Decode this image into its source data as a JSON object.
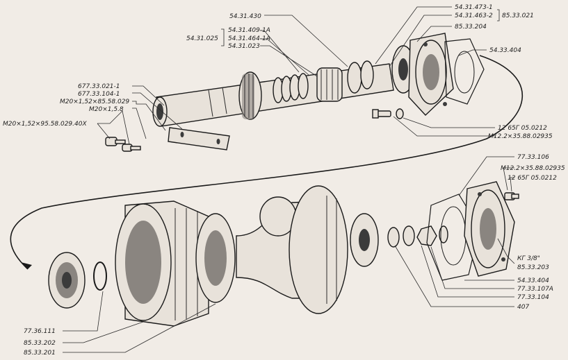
{
  "labels": {
    "l01": "54.31.430",
    "l02": "54.31.473-1",
    "l03": "54.31.463-2",
    "l04": "85.33.021",
    "l05": "85.33.204",
    "l06": "54.31.409-1А",
    "l07": "54.31.464-1А",
    "l08": "54.31.023",
    "l09": "54.31.025",
    "l10": "54.33.404",
    "l11": "677.33.021-1",
    "l12": "677.33.104-1",
    "l13": "М20×1,52×85.58.029",
    "l14": "М20×1,5.8",
    "l15": "М20×1,52×95.58.029.40Х",
    "l16": "12 65Г 05.0212",
    "l17": "М12.2×35.88.02935",
    "l18": "77.33.106",
    "l19": "М12.2×35.88.02935",
    "l20": "12 65Г 05.0212",
    "l21": "КГ 3/8\"",
    "l22": "85.33.203",
    "l23": "54.33.404",
    "l24": "77.33.107А",
    "l25": "77.33.104",
    "l26": "407",
    "l27": "77.36.111",
    "l28": "85.33.202",
    "l29": "85.33.201"
  }
}
